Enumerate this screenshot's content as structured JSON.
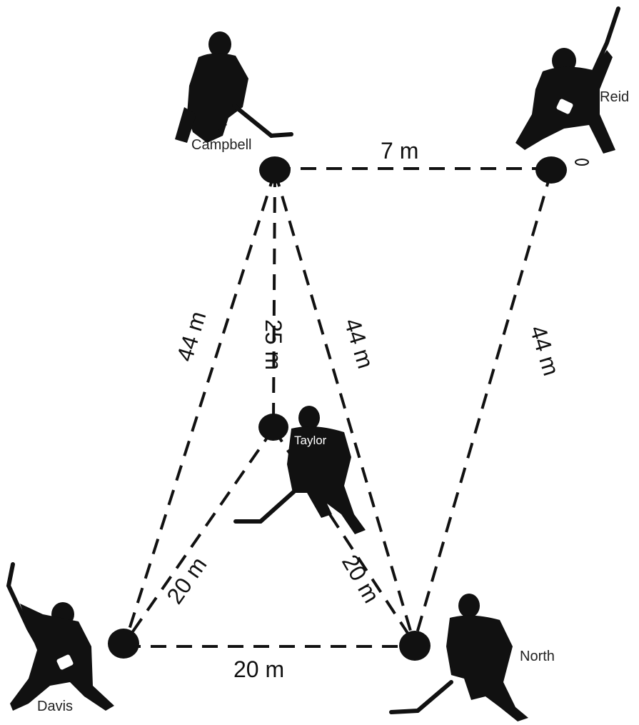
{
  "players": {
    "campbell": "Campbell",
    "reid": "Reid",
    "taylor": "Taylor",
    "davis": "Davis",
    "north": "North"
  },
  "distances": {
    "campbell_reid": "7 m",
    "campbell_davis": "44 m",
    "campbell_taylor": "25 m",
    "campbell_north": "44 m",
    "reid_north": "44 m",
    "taylor_davis": "20 m",
    "taylor_north": "20 m",
    "davis_north": "20 m"
  }
}
